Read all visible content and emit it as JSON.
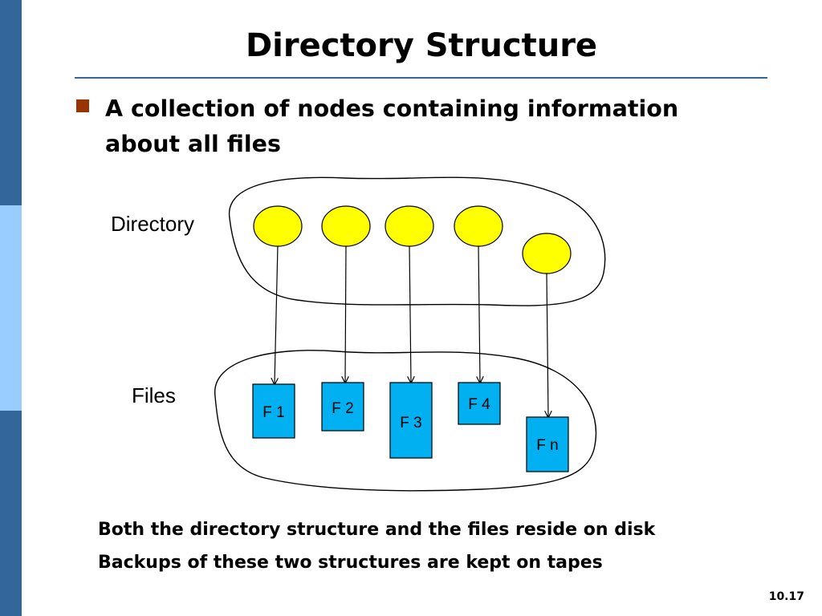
{
  "slide": {
    "title": "Directory Structure",
    "bullet": "A collection of nodes containing information about all files",
    "footer_lines": [
      "Both the directory structure and the files reside on disk",
      "Backups of these two structures are kept on tapes"
    ],
    "page_number": "10.17"
  },
  "diagram": {
    "directory_label": "Directory",
    "files_label": "Files",
    "file_labels": [
      "F 1",
      "F 2",
      "F 3",
      "F 4",
      "F n"
    ],
    "colors": {
      "node_fill": "#ffff00",
      "file_fill": "#00b0f0",
      "outline": "#000000"
    }
  },
  "theme": {
    "accent": "#336699",
    "accent_light": "#99ccff",
    "bullet_color": "#993300"
  }
}
